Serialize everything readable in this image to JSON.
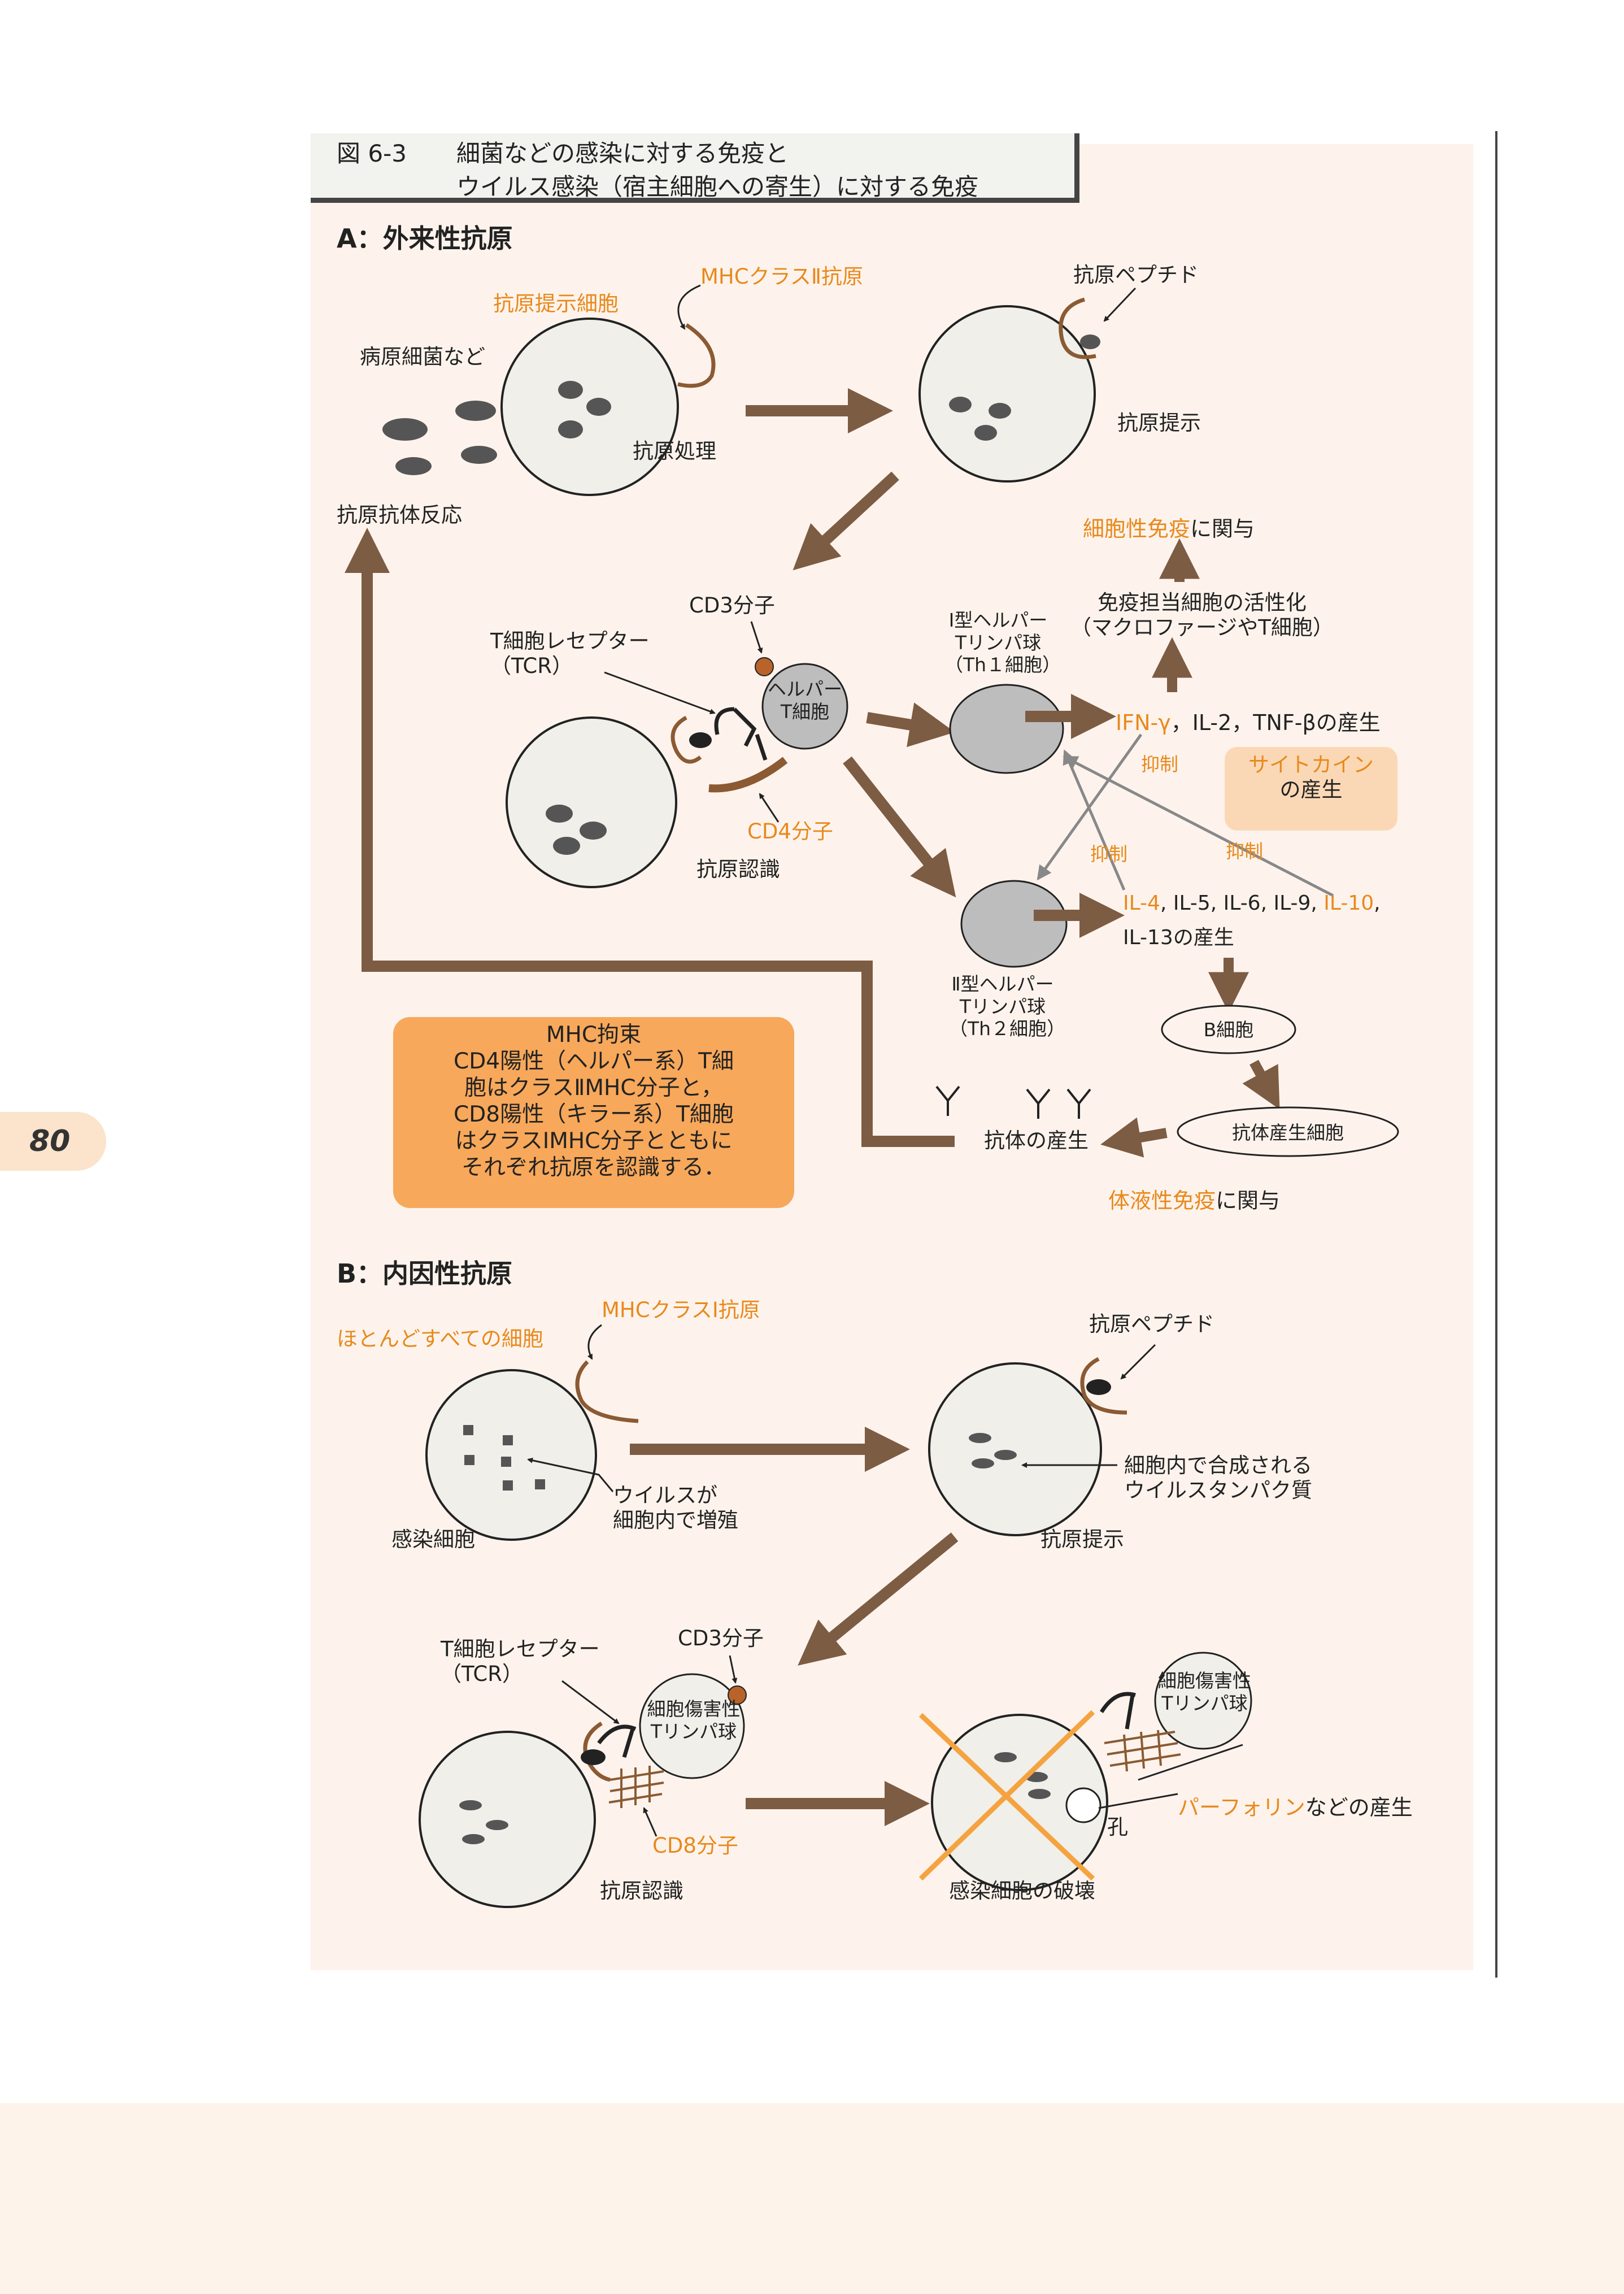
{
  "page_number": "80",
  "figure": {
    "number": "図 6-3",
    "title_line1": "細菌などの感染に対する免疫と",
    "title_line2": "ウイルス感染（宿主細胞への寄生）に対する免疫"
  },
  "section_a": {
    "heading": "A：外来性抗原",
    "mhc2_antigen": "MHCクラスⅡ抗原",
    "apc": "抗原提示細胞",
    "pathogens": "病原細菌など",
    "antigen_processing": "抗原処理",
    "antigen_peptide": "抗原ペプチド",
    "antigen_presentation": "抗原提示",
    "antigen_antibody_reaction": "抗原抗体反応",
    "cd3": "CD3分子",
    "tcr_line1": "T細胞レセプター",
    "tcr_line2": "（TCR）",
    "helper_line1": "ヘルパー",
    "helper_line2": "T細胞",
    "cd4": "CD4分子",
    "antigen_recognition": "抗原認識",
    "th1_line1": "Ⅰ型ヘルパー",
    "th1_line2": "Tリンパ球",
    "th1_line3": "（Th１細胞）",
    "th2_line1": "Ⅱ型ヘルパー",
    "th2_line2": "Tリンパ球",
    "th2_line3": "（Th２細胞）",
    "cellular_immunity_orange": "細胞性免疫",
    "cellular_immunity_rest": "に関与",
    "activation_line1": "免疫担当細胞の活性化",
    "activation_line2": "（マクロファージやT細胞）",
    "ifn_orange": "IFN-γ",
    "ifn_rest": "，IL-2，TNF-βの産生",
    "suppress_1": "抑制",
    "suppress_2": "抑制",
    "suppress_3": "抑制",
    "cytokine_line1": "サイトカイン",
    "cytokine_line2": "の産生",
    "il_orange_1": "IL-4",
    "il_middle": ", IL-5, IL-6, IL-9, ",
    "il_orange_2": "IL-10",
    "il_comma": ",",
    "il_line2": "IL-13の産生",
    "b_cell": "B細胞",
    "plasma_cell": "抗体産生細胞",
    "antibody_production": "抗体の産生",
    "antibody_symbols": "Y Y Y",
    "humoral_orange": "体液性免疫",
    "humoral_rest": "に関与",
    "mhc_box": [
      "MHC拘束",
      "CD4陽性（ヘルパー系）T細",
      "胞はクラスⅡMHC分子と，",
      "CD8陽性（キラー系）T細胞",
      "はクラスⅠMHC分子とともに",
      "それぞれ抗原を認識する．"
    ]
  },
  "section_b": {
    "heading": "B：内因性抗原",
    "mhc1_antigen": "MHCクラスⅠ抗原",
    "all_cells": "ほとんどすべての細胞",
    "antigen_peptide": "抗原ペプチド",
    "virus_line1": "ウイルスが",
    "virus_line2": "細胞内で増殖",
    "infected_cell": "感染細胞",
    "viral_protein_line1": "細胞内で合成される",
    "viral_protein_line2": "ウイルスタンパク質",
    "antigen_presentation": "抗原提示",
    "tcr_line1": "T細胞レセプター",
    "tcr_line2": "（TCR）",
    "cd3": "CD3分子",
    "ctl_line1": "細胞傷害性",
    "ctl_line2": "Tリンパ球",
    "ctl2_line1": "細胞傷害性",
    "ctl2_line2": "Tリンパ球",
    "cd8": "CD8分子",
    "antigen_recognition": "抗原認識",
    "pore": "孔",
    "perforin_orange": "パーフォリン",
    "perforin_rest": "などの産生",
    "destruction": "感染細胞の破壊"
  },
  "colors": {
    "arrow": "#7d5c44",
    "orange_text": "#e8891c",
    "cell_fill": "#f0efea",
    "lymphocyte_fill": "#bdbdbd",
    "mhc_box": "#f7a85a"
  }
}
